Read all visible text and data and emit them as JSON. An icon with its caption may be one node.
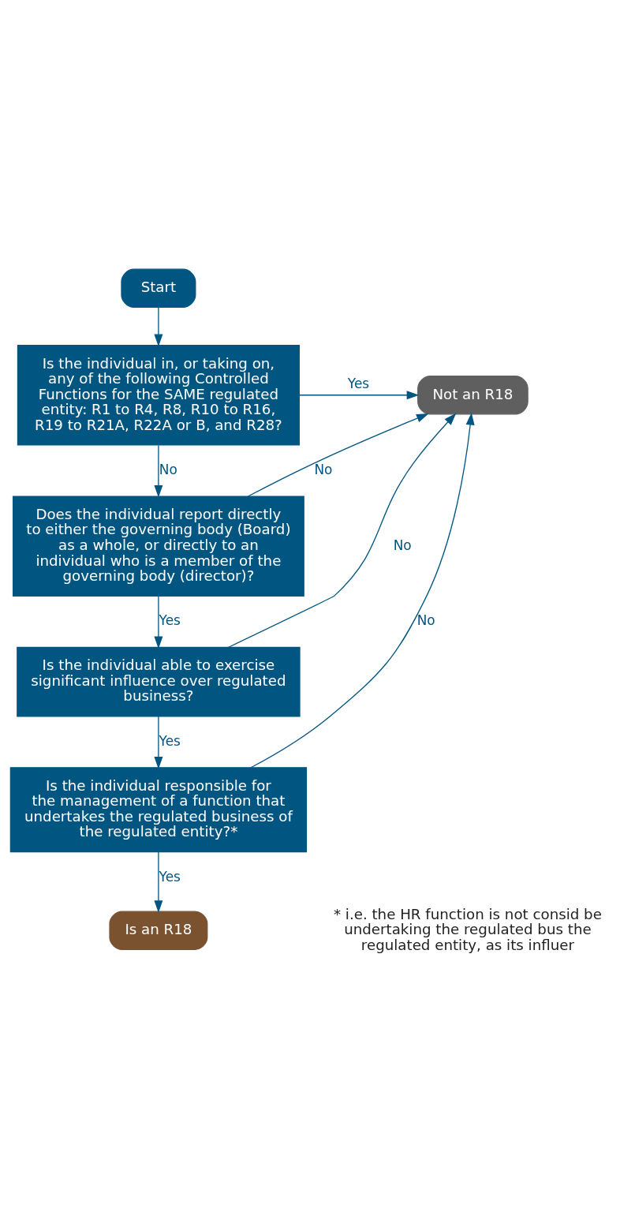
{
  "diagram": {
    "nodes": [
      {
        "text": [
          "Start"
        ]
      },
      {
        "text": [
          "Is the individual in, or taking on, any of the following Controlled Functions for the SAME regulated entity: R1 to R4, R8, R10 to R16, R19 to R21A, R22A or B, and R28?"
        ]
      },
      {
        "text": [
          "Not an R18"
        ]
      },
      {
        "text": [
          "Does the individual report directly to either the governing body (Board) as a whole, or directly to an individual who is a member of the governing body (director)?"
        ]
      },
      {
        "text": [
          "Is the individual able to exercise significant influence over regulated business?"
        ]
      },
      {
        "text": [
          "Is the individual responsible for the management of a function that undertakes the regulated business of the regulated entity?*"
        ]
      },
      {
        "text": [
          "Is an R18"
        ]
      }
    ],
    "edges": [
      {
        "from": 0,
        "to": 1,
        "arrow": "to"
      },
      {
        "from": 1,
        "to": 2,
        "arrow": "to",
        "label": "Yes"
      },
      {
        "from": 1,
        "to": 3,
        "arrow": "to",
        "label": "No"
      },
      {
        "from": 3,
        "to": 2,
        "arrow": "to",
        "label": "No"
      },
      {
        "from": 3,
        "to": 4,
        "arrow": "to",
        "label": "Yes"
      },
      {
        "from": 4,
        "to": 2,
        "arrow": "to",
        "label": "No"
      },
      {
        "from": 4,
        "to": 5,
        "arrow": "to",
        "label": "Yes"
      },
      {
        "from": 5,
        "to": 2,
        "arrow": "to",
        "label": "No"
      },
      {
        "from": 5,
        "to": 6,
        "arrow": "to",
        "label": "Yes"
      }
    ],
    "labels": [
      "* i.e. the HR function is not consid be undertaking the regulated bus the regulated entity, as its influer"
    ]
  }
}
